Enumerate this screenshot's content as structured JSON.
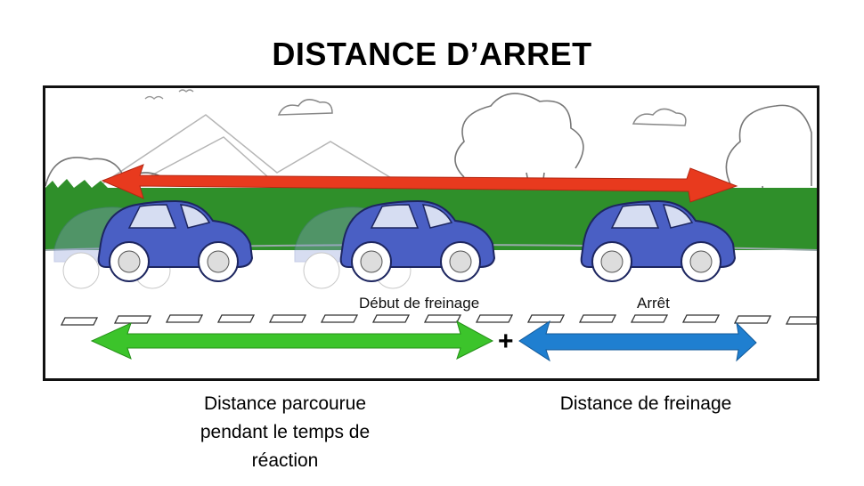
{
  "title": "DISTANCE D’ARRET",
  "labels": {
    "braking_start": "Début de freinage",
    "stop": "Arrêt",
    "plus": "+"
  },
  "captions": {
    "reaction": [
      "Distance parcourue",
      "pendant le temps de",
      "réaction"
    ],
    "braking": "Distance de freinage"
  },
  "colors": {
    "total_arrow": "#e83a1e",
    "reaction_arrow": "#3cc42b",
    "braking_arrow": "#1f7fd0",
    "car_body": "#4a5fc4",
    "grass": "#2f8f2a",
    "frame": "#111111"
  },
  "icons": [
    "car-icon",
    "tree-icon",
    "mountain-icon",
    "bird-icon"
  ]
}
